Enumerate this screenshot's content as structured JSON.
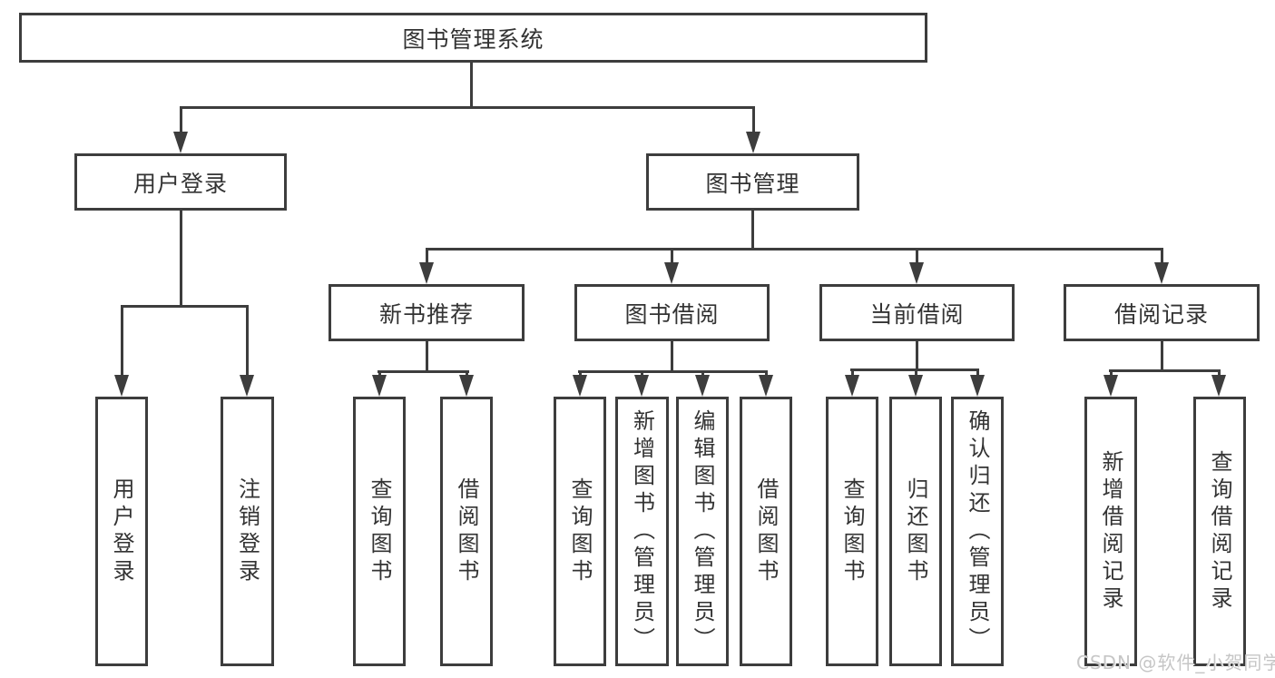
{
  "tree": {
    "root": "图书管理系统",
    "level2": [
      {
        "label": "用户登录",
        "children": [
          "用户登录",
          "注销登录"
        ]
      },
      {
        "label": "图书管理",
        "sections": [
          {
            "label": "新书推荐",
            "children": [
              "查询图书",
              "借阅图书"
            ]
          },
          {
            "label": "图书借阅",
            "children": [
              "查询图书",
              "新增图书（管理员）",
              "编辑图书（管理员）",
              "借阅图书"
            ]
          },
          {
            "label": "当前借阅",
            "children": [
              "查询图书",
              "归还图书",
              "确认归还（管理员）"
            ]
          },
          {
            "label": "借阅记录",
            "children": [
              "新增借阅记录",
              "查询借阅记录"
            ]
          }
        ]
      }
    ]
  },
  "watermark": {
    "text": "CSDN @软件_小贺同学"
  },
  "colors": {
    "line": "#3d3d3d",
    "text": "#333333",
    "watermark": "#c6c6c6",
    "background": "#ffffff"
  }
}
